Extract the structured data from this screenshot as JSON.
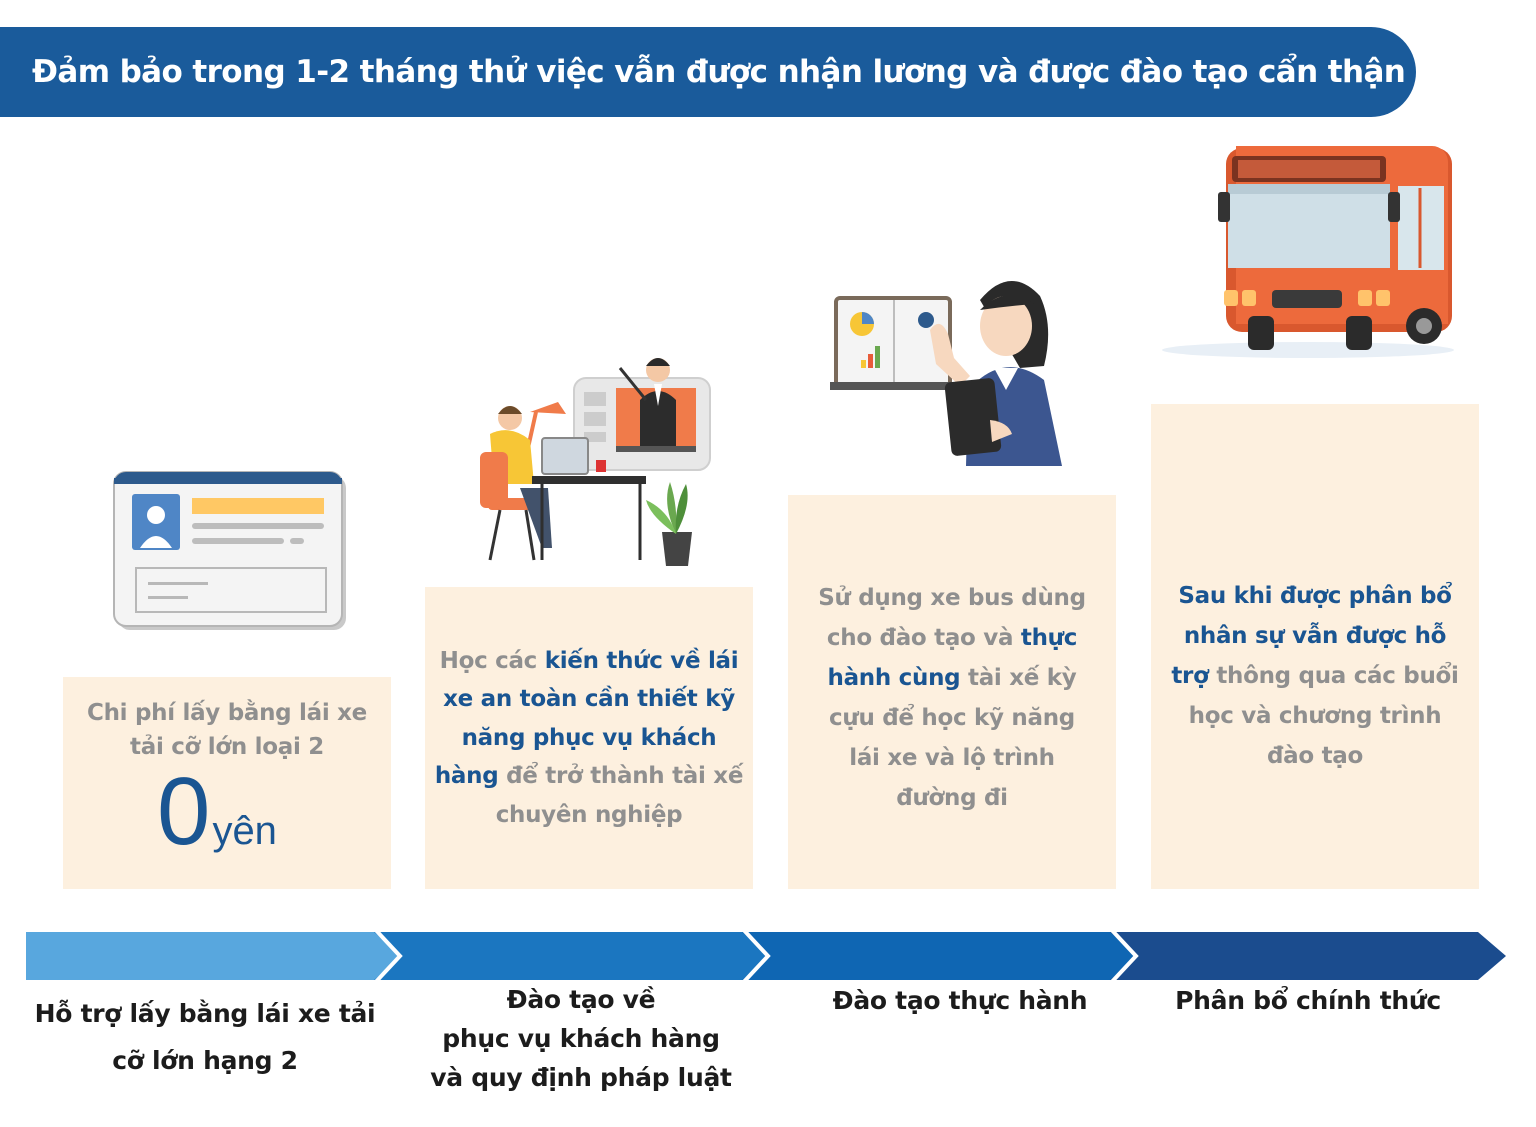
{
  "header": {
    "title": "Đảm bảo trong 1-2 tháng thử việc vẫn được nhận lương và được đào tạo cẩn thận"
  },
  "step1": {
    "description": "Chi phí lấy bằng lái xe tải cỡ lớn loại 2",
    "cost_value": "0",
    "cost_unit": "yên",
    "label": "Hỗ trợ lấy bằng lái xe tải cỡ lớn hạng 2"
  },
  "step2": {
    "text_1": "Học các ",
    "highlight_1": "kiến thức về lái xe an toàn cần thiết  kỹ năng phục vụ khách hàng",
    "text_2": " để trở thành tài xế chuyên nghiệp",
    "label": "Đào tạo về phục vụ khách hàng và quy định pháp luật"
  },
  "step3": {
    "text_1": "Sử dụng xe bus dùng cho đào tạo và ",
    "highlight_1": "thực hành cùng",
    "text_2": " tài xế kỳ cựu để học kỹ năng lái xe và lộ trình đường đi",
    "label": "Đào tạo thực hành"
  },
  "step4": {
    "highlight_1": "Sau khi được phân bổ nhân sự vẫn được hỗ trợ",
    "text_1": " thông qua các buổi học và chương trình đào tạo",
    "label": "Phân bổ chính thức"
  },
  "colors": {
    "header": "#1a5b9b",
    "box_bg": "#fdf0df",
    "highlight_text": "#1a5592",
    "muted_text": "#8f8f8f",
    "arrow_1": "#58a7de",
    "arrow_2": "#1b76c0",
    "arrow_3": "#0f66b3",
    "arrow_4": "#1b4c8e"
  },
  "icons": [
    "license-card-icon",
    "online-lesson-icon",
    "presenter-woman-icon",
    "bus-icon"
  ]
}
